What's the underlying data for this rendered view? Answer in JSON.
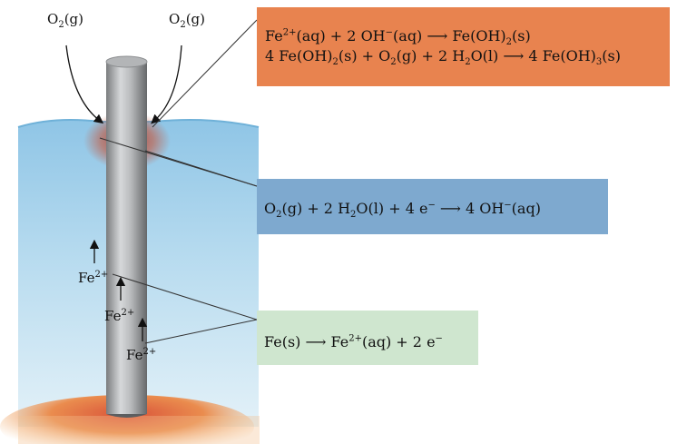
{
  "labels": {
    "o2_left": "O2(g)",
    "o2_right": "O2(g)",
    "fe_ions": [
      "Fe2+",
      "Fe2+",
      "Fe2+"
    ]
  },
  "equations": {
    "orange": {
      "color": "#e8834f",
      "lines": [
        [
          {
            "t": "Fe"
          },
          {
            "t": "2+",
            "sup": true
          },
          {
            "t": "(aq) + 2 OH"
          },
          {
            "t": "−",
            "sup": true
          },
          {
            "t": "(aq)  ⟶  Fe(OH)"
          },
          {
            "t": "2",
            "sub": true
          },
          {
            "t": "(s)"
          }
        ],
        [
          {
            "t": "4 Fe(OH)"
          },
          {
            "t": "2",
            "sub": true
          },
          {
            "t": "(s) + O"
          },
          {
            "t": "2",
            "sub": true
          },
          {
            "t": "(g) + 2 H"
          },
          {
            "t": "2",
            "sub": true
          },
          {
            "t": "O(l)  ⟶  4 Fe(OH)"
          },
          {
            "t": "3",
            "sub": true
          },
          {
            "t": "(s)"
          }
        ]
      ]
    },
    "blue": {
      "color": "#7ea9cf",
      "lines": [
        [
          {
            "t": "O"
          },
          {
            "t": "2",
            "sub": true
          },
          {
            "t": "(g) + 2 H"
          },
          {
            "t": "2",
            "sub": true
          },
          {
            "t": "O(l) + 4 e"
          },
          {
            "t": "−",
            "sup": true
          },
          {
            "t": "  ⟶  4 OH"
          },
          {
            "t": "−",
            "sup": true
          },
          {
            "t": "(aq)"
          }
        ]
      ]
    },
    "green": {
      "color": "#cfe6cf",
      "lines": [
        [
          {
            "t": "Fe(s)  ⟶  Fe"
          },
          {
            "t": "2+",
            "sup": true
          },
          {
            "t": "(aq) + 2 e"
          },
          {
            "t": "−",
            "sup": true
          }
        ]
      ]
    }
  },
  "colors": {
    "water_top": "#8ec6e6",
    "water_bottom": "#d7ecf6",
    "rust": "#b5432c",
    "sand": "#e79a57",
    "pole_light": "#c9cbcd",
    "pole_dark": "#6c6e70"
  }
}
